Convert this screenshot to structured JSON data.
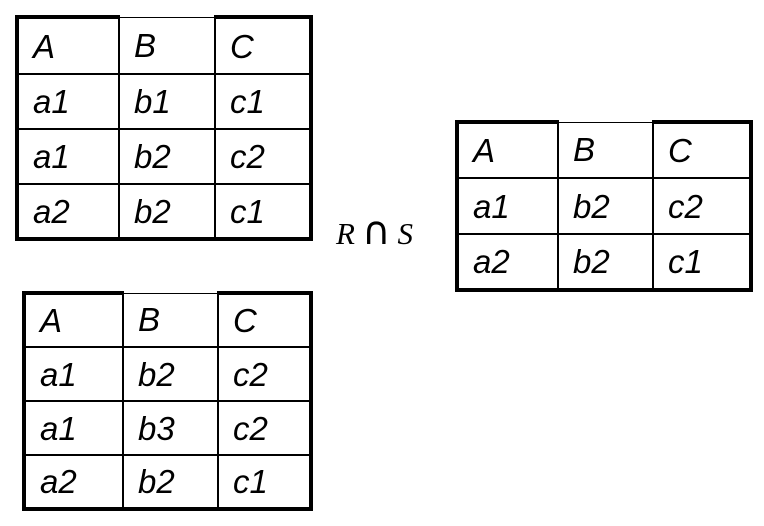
{
  "label": {
    "left_operand": "R",
    "operator_symbol": "∩",
    "right_operand": "S"
  },
  "tables": [
    {
      "id": "R",
      "position": "top-left",
      "headers": [
        "A",
        "B",
        "C"
      ],
      "rows": [
        [
          "a1",
          "b1",
          "c1"
        ],
        [
          "a1",
          "b2",
          "c2"
        ],
        [
          "a2",
          "b2",
          "c1"
        ]
      ]
    },
    {
      "id": "S",
      "position": "bottom-left",
      "headers": [
        "A",
        "B",
        "C"
      ],
      "rows": [
        [
          "a1",
          "b2",
          "c2"
        ],
        [
          "a1",
          "b3",
          "c2"
        ],
        [
          "a2",
          "b2",
          "c1"
        ]
      ]
    },
    {
      "id": "intersection-result",
      "position": "right",
      "headers": [
        "A",
        "B",
        "C"
      ],
      "rows": [
        [
          "a1",
          "b2",
          "c2"
        ],
        [
          "a2",
          "b2",
          "c1"
        ]
      ]
    }
  ],
  "colors": {
    "border": "#000000",
    "text": "#000000",
    "background": "#ffffff"
  }
}
